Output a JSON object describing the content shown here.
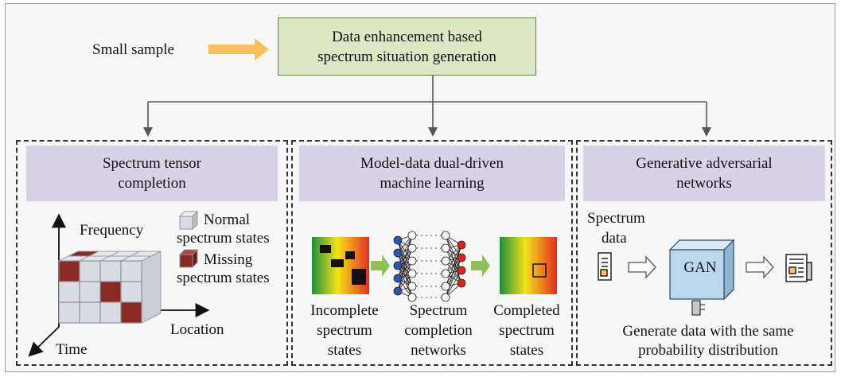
{
  "top": {
    "input_label": "Small sample",
    "title_line1": "Data enhancement based",
    "title_line2": "spectrum situation generation"
  },
  "panel1": {
    "title_line1": "Spectrum tensor",
    "title_line2": "completion",
    "axis_frequency": "Frequency",
    "axis_location": "Location",
    "axis_time": "Time",
    "legend_normal_line1": "Normal",
    "legend_normal_line2": "spectrum states",
    "legend_missing_line1": "Missing",
    "legend_missing_line2": "spectrum states"
  },
  "panel2": {
    "title_line1": "Model-data dual-driven",
    "title_line2": "machine learning",
    "incomplete_line1": "Incomplete",
    "incomplete_line2": "spectrum",
    "incomplete_line3": "states",
    "network_line1": "Spectrum",
    "network_line2": "completion",
    "network_line3": "networks",
    "completed_line1": "Completed",
    "completed_line2": "spectrum",
    "completed_line3": "states"
  },
  "panel3": {
    "title_line1": "Generative adversarial",
    "title_line2": "networks",
    "data_line1": "Spectrum",
    "data_line2": "data",
    "gan_label": "GAN",
    "caption_line1": "Generate data with the same",
    "caption_line2": "probability distribution"
  },
  "colors": {
    "top_box": "#dce7c6",
    "panel_header": "#d9d1e6",
    "arrow_orange": "#f6c15d",
    "missing_cell": "#8b2a24",
    "normal_cell": "#d9dde3",
    "gan_cube": "#bcd6ea",
    "flow_arrow": "#8fbf5a"
  },
  "icons": [
    "orange-arrow-icon",
    "document-icon",
    "report-icon",
    "noise-key-icon",
    "neural-network-icon",
    "hollow-arrow-icon"
  ]
}
